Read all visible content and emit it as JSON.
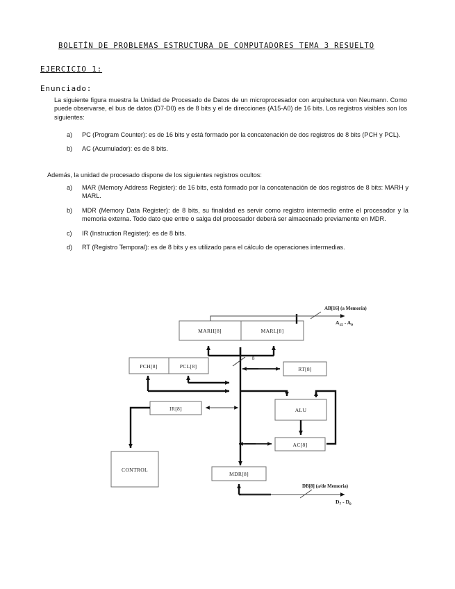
{
  "document": {
    "title": "BOLETÍN DE PROBLEMAS ESTRUCTURA DE COMPUTADORES TEMA 3 RESUELTO",
    "exercise": "EJERCICIO 1:",
    "statement_label": "Enunciado:"
  },
  "body": {
    "intro_paragraph": "La siguiente figura muestra la Unidad de Procesado de Datos de un microprocesador con arquitectura von Neumann. Como puede observarse, el bus de datos (D7-D0) es de 8 bits y el de direcciones (A15-A0) de 16 bits. Los registros visibles son los siguientes:",
    "visible_registers": [
      {
        "marker": "a)",
        "text": "PC (Program Counter): es de 16 bits y está formado por la concatenación de dos registros de 8 bits (PCH y PCL)."
      },
      {
        "marker": "b)",
        "text": "AC (Acumulador): es de 8 bits."
      }
    ],
    "hidden_intro": "Además, la unidad de procesado dispone de los siguientes registros ocultos:",
    "hidden_registers": [
      {
        "marker": "a)",
        "text": "MAR (Memory Address Register): de 16 bits, está formado por la concatenación de dos registros de 8 bits: MARH y MARL."
      },
      {
        "marker": "b)",
        "text": "MDR (Memory Data Register): de 8 bits, su finalidad es servir como registro intermedio entre el procesador y la memoria externa. Todo dato que entre o salga del procesador deberá ser almacenado previamente en MDR."
      },
      {
        "marker": "c)",
        "text": "IR (Instruction Register): es de 8 bits."
      },
      {
        "marker": "d)",
        "text": "RT (Registro Temporal): es de 8 bits y es utilizado para el cálculo de operaciones intermedias."
      }
    ]
  },
  "diagram": {
    "blocks": {
      "marh": "MARH[8]",
      "marl": "MARL[8]",
      "pch": "PCH[8]",
      "pcl": "PCL[8]",
      "rt": "RT[8]",
      "ir": "IR[8]",
      "alu": "ALU",
      "ac": "AC[8]",
      "control": "CONTROL",
      "mdr": "MDR[8]"
    },
    "buses": {
      "address_bus": "AB[16] (a Memoria)",
      "address_range": "A15 - A0",
      "data_bus": "DB[8] (a/de Memoria)",
      "data_range": "D7 - D0",
      "internal_width": "8"
    }
  }
}
